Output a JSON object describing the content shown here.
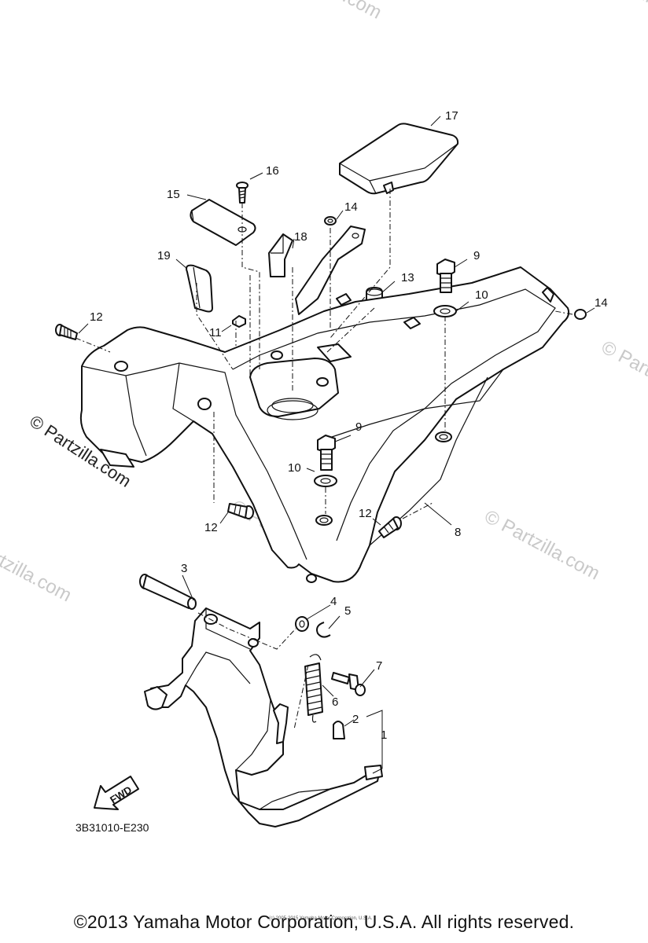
{
  "watermark": {
    "text": "© Partzilla.com",
    "side_text": "© Partzilla.com"
  },
  "diagram": {
    "code": "3B31010-E230",
    "fwd_label": "FWD",
    "fine_print": "(c) 2005-2015 Yamaha Motor Corporation, U.S.A.",
    "callouts": [
      "1",
      "2",
      "3",
      "4",
      "5",
      "6",
      "7",
      "8",
      "9",
      "9",
      "10",
      "10",
      "11",
      "12",
      "12",
      "12",
      "13",
      "14",
      "14",
      "15",
      "16",
      "17",
      "18",
      "19"
    ]
  },
  "copyright": "©2013 Yamaha Motor Corporation, U.S.A. All rights reserved."
}
